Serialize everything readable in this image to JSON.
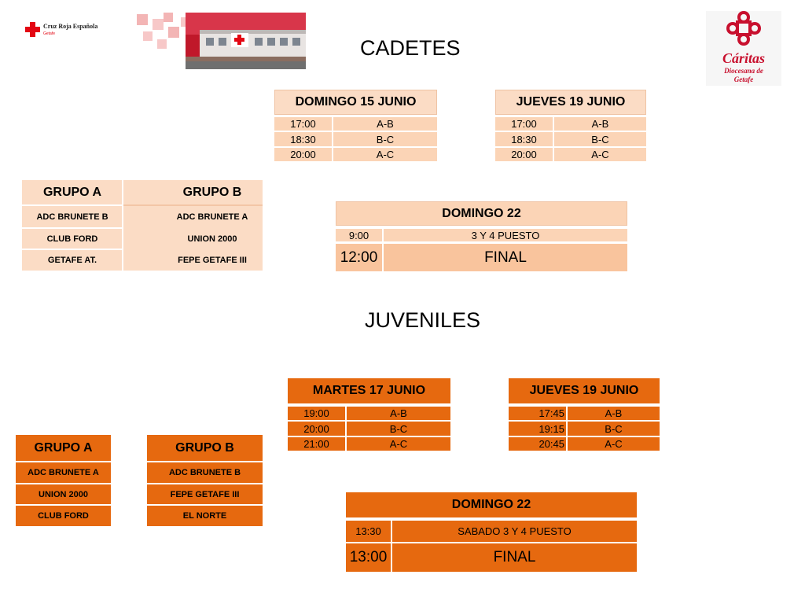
{
  "logos": {
    "cruz_roja": {
      "name": "Cruz Roja Española",
      "sub": "Getafe"
    },
    "caritas": {
      "name": "Cáritas",
      "sub1": "Diocesana de",
      "sub2": "Getafe"
    }
  },
  "colors": {
    "peach": "#fbdcc5",
    "peach_row": "#fbd4b6",
    "orange": "#e6690f",
    "red": "#e30613"
  },
  "cadetes": {
    "title": "CADETES",
    "schedule1": {
      "header": "DOMINGO 15 JUNIO",
      "rows": [
        {
          "time": "17:00",
          "match": "A-B"
        },
        {
          "time": "18:30",
          "match": "B-C"
        },
        {
          "time": "20:00",
          "match": "A-C"
        }
      ]
    },
    "schedule2": {
      "header": "JUEVES 19 JUNIO",
      "rows": [
        {
          "time": "17:00",
          "match": "A-B"
        },
        {
          "time": "18:30",
          "match": "B-C"
        },
        {
          "time": "20:00",
          "match": "A-C"
        }
      ]
    },
    "groups": {
      "a": {
        "header": "GRUPO A",
        "teams": [
          "ADC BRUNETE B",
          "CLUB FORD",
          "GETAFE AT."
        ]
      },
      "b": {
        "header": "GRUPO B",
        "teams": [
          "ADC BRUNETE A",
          "UNION 2000",
          "FEPE GETAFE III"
        ]
      }
    },
    "finals": {
      "header": "DOMINGO 22",
      "rows": [
        {
          "time": "9:00",
          "label": "3 Y 4 PUESTO"
        },
        {
          "time": "12:00",
          "label": "FINAL"
        }
      ]
    }
  },
  "juveniles": {
    "title": "JUVENILES",
    "schedule1": {
      "header": "MARTES 17 JUNIO",
      "rows": [
        {
          "time": "19:00",
          "match": "A-B"
        },
        {
          "time": "20:00",
          "match": "B-C"
        },
        {
          "time": "21:00",
          "match": "A-C"
        }
      ]
    },
    "schedule2": {
      "header": "JUEVES 19 JUNIO",
      "rows": [
        {
          "time": "17:45",
          "match": "A-B"
        },
        {
          "time": "19:15",
          "match": "B-C"
        },
        {
          "time": "20:45",
          "match": "A-C"
        }
      ]
    },
    "groups": {
      "a": {
        "header": "GRUPO A",
        "teams": [
          "ADC BRUNETE A",
          "UNION 2000",
          "CLUB FORD"
        ]
      },
      "b": {
        "header": "GRUPO B",
        "teams": [
          "ADC BRUNETE B",
          "FEPE GETAFE III",
          "EL NORTE"
        ]
      }
    },
    "finals": {
      "header": "DOMINGO 22",
      "rows": [
        {
          "time": "13:30",
          "label": "SABADO 3 Y 4 PUESTO"
        },
        {
          "time": "13:00",
          "label": "FINAL"
        }
      ]
    }
  }
}
